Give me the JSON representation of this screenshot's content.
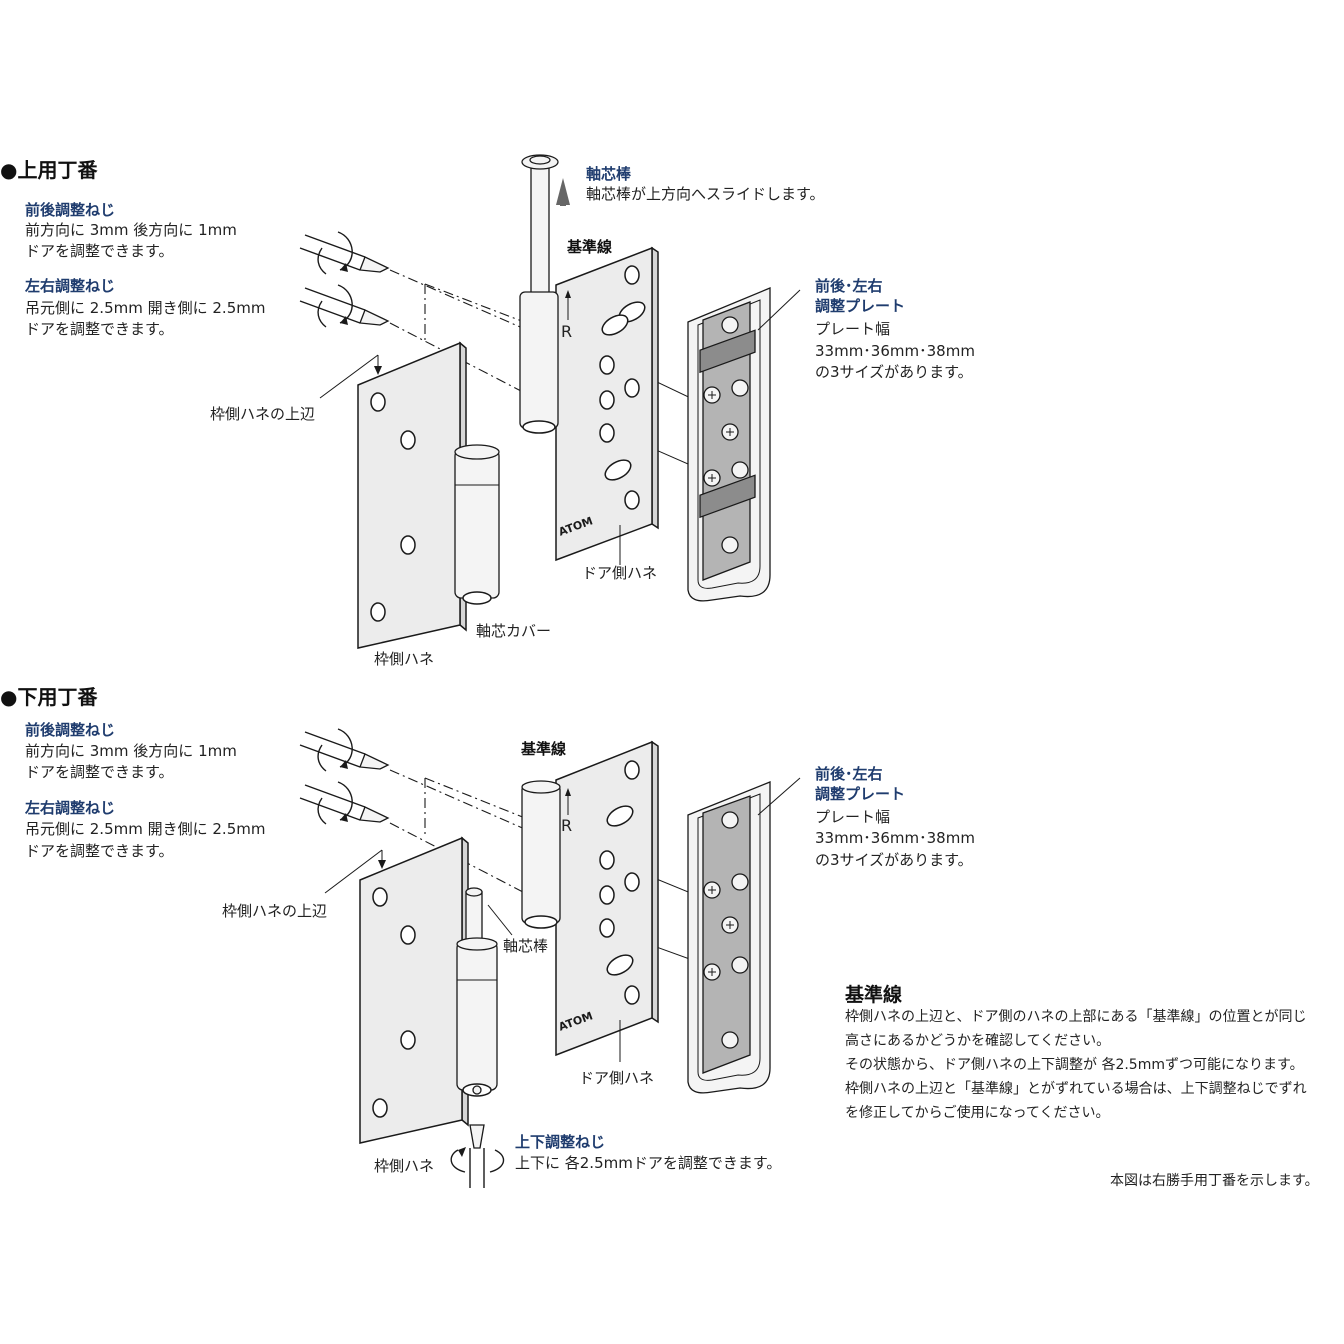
{
  "top": {
    "title": "●上用丁番",
    "front_back": {
      "heading": "前後調整ねじ",
      "line1": "前方向に 3mm  後方向に 1mm",
      "line2": "ドアを調整できます。"
    },
    "left_right": {
      "heading": "左右調整ねじ",
      "line1": "吊元側に 2.5mm  開き側に 2.5mm",
      "line2": "ドアを調整できます。"
    },
    "frame_leaf_top_edge": "枠側ハネの上辺",
    "frame_leaf": "枠側ハネ",
    "pin_cover": "軸芯カバー",
    "door_leaf": "ドア側ハネ",
    "reference_line": "基準線",
    "pin": {
      "heading": "軸芯棒",
      "desc": "軸芯棒が上方向へスライドします。"
    },
    "plate": {
      "heading1": "前後･左右",
      "heading2": "調整プレート",
      "line1": "プレート幅",
      "line2": "33mm･36mm･38mm",
      "line3": "の3サイズがあります。"
    },
    "mark_r": "R",
    "brand": "ATOM"
  },
  "bottom": {
    "title": "●下用丁番",
    "front_back": {
      "heading": "前後調整ねじ",
      "line1": "前方向に 3mm  後方向に 1mm",
      "line2": "ドアを調整できます。"
    },
    "left_right": {
      "heading": "左右調整ねじ",
      "line1": "吊元側に 2.5mm  開き側に 2.5mm",
      "line2": "ドアを調整できます。"
    },
    "frame_leaf_top_edge": "枠側ハネの上辺",
    "frame_leaf": "枠側ハネ",
    "pin": "軸芯棒",
    "door_leaf": "ドア側ハネ",
    "reference_line": "基準線",
    "vertical_screw": {
      "heading": "上下調整ねじ",
      "desc": "上下に 各2.5mmドアを調整できます。"
    },
    "plate": {
      "heading1": "前後･左右",
      "heading2": "調整プレート",
      "line1": "プレート幅",
      "line2": "33mm･36mm･38mm",
      "line3": "の3サイズがあります。"
    },
    "mark_r": "R",
    "brand": "ATOM"
  },
  "reference_note": {
    "heading": "基準線",
    "lines": [
      "枠側ハネの上辺と、ドア側のハネの上部にある「基準線」の位置とが同じ",
      "高さにあるかどうかを確認してください。",
      "その状態から、ドア側ハネの上下調整が 各2.5mmずつ可能になります。",
      "枠側ハネの上辺と「基準線」とがずれている場合は、上下調整ねじでずれ",
      "を修正してからご使用になってください。"
    ]
  },
  "footer_note": "本図は右勝手用丁番を示します。"
}
